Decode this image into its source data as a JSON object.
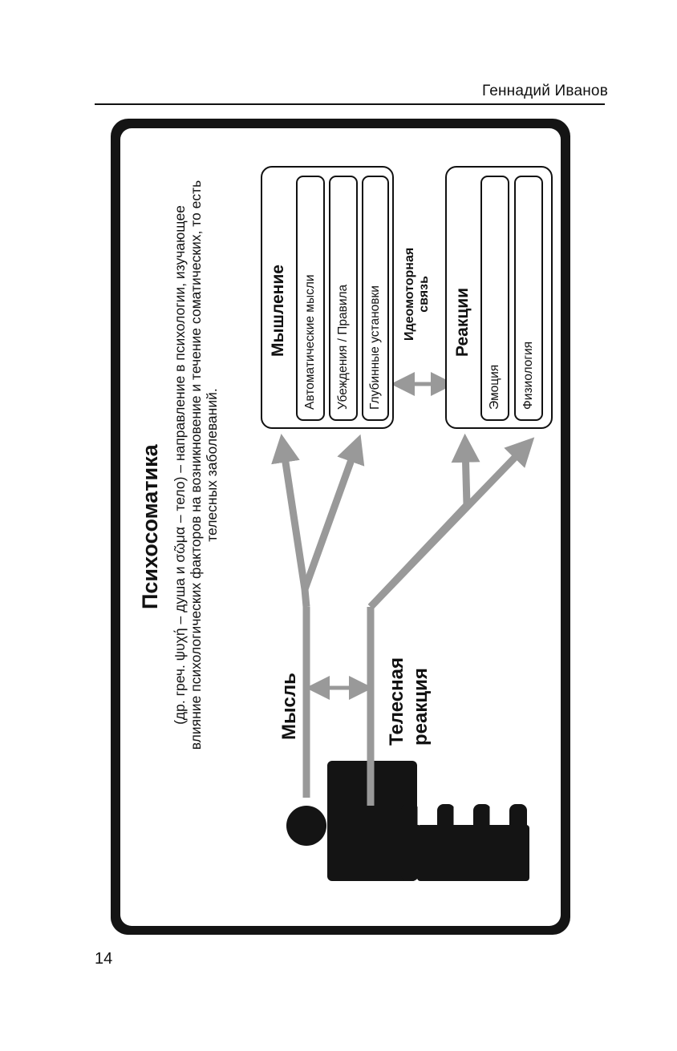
{
  "header": {
    "author": "Геннадий Иванов"
  },
  "footer": {
    "page_number": "14"
  },
  "card": {
    "title": "Психосоматика",
    "description": "(др. греч. ψυχή – душа и σῶμα – тело) – направление в психологии, изучающее влияние психологических факторов на возникновение и течение соматических, то есть телесных заболеваний.",
    "left_labels": {
      "thought": "Мысль",
      "body_reaction_line1": "Телесная",
      "body_reaction_line2": "реакция"
    },
    "thinking_box": {
      "title": "Мышление",
      "items": [
        "Автоматические мысли",
        "Убеждения / Правила",
        "Глубинные установки"
      ]
    },
    "reactions_box": {
      "title": "Реакции",
      "items": [
        "Эмоция",
        "Физиология"
      ]
    },
    "link_label": {
      "line1": "Идеомоторная",
      "line2": "связь"
    },
    "icon": "spiral-head-icon"
  }
}
